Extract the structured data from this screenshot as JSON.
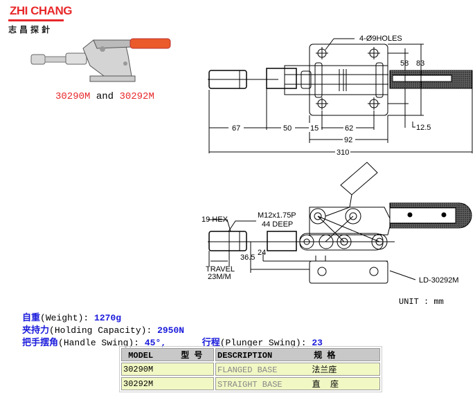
{
  "logo": {
    "brand": "ZHI CHANG",
    "chinese": "志昌探針"
  },
  "product_caption": {
    "model_a": "30290M",
    "joiner": "and",
    "model_b": "30292M"
  },
  "top_drawing": {
    "holes_label": "4-Ø9HOLES",
    "dims": {
      "d67": "67",
      "d50": "50",
      "d15": "15",
      "d62": "62",
      "d92": "92",
      "d310": "310",
      "d58": "58",
      "d83": "83",
      "d12_5": "12.5"
    }
  },
  "side_drawing": {
    "hex_label": "19 HEX",
    "thread_label": "M12x1.75P",
    "depth_label": "44 DEEP",
    "travel_label": "TRAVEL",
    "travel_value": "23M/M",
    "d36_5": "36.5",
    "d24": "24",
    "part_label": "LD-30292M"
  },
  "unit": "UNIT : mm",
  "specs": [
    {
      "cn": "自重",
      "en": "(Weight):",
      "value": "1270g"
    },
    {
      "cn": "夹持力",
      "en": "(Holding Capacity):",
      "value": "2950N"
    },
    {
      "cn": "把手摆角",
      "en": "(Handle Swing):",
      "value": "45°,",
      "cn2": "行程",
      "en2": "(Plunger Swing):",
      "value2": "23"
    }
  ],
  "table": {
    "headers": {
      "model": "MODEL",
      "model_cn": "型 号",
      "description": "DESCRIPTION",
      "description_cn": "规 格"
    },
    "rows": [
      {
        "model": "30290M",
        "description": "FLANGED BASE",
        "description_cn": "法兰座"
      },
      {
        "model": "30292M",
        "description": "STRAIGHT BASE",
        "description_cn": "直  座"
      }
    ]
  },
  "colors": {
    "brand_red": "#e8282a",
    "spec_blue": "#1a1adc",
    "header_gray": "#c8c8c8",
    "row_yellow": "#f2f8c4"
  }
}
